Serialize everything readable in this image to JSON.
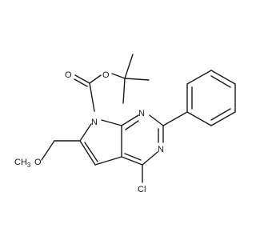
{
  "atoms": {
    "o_ester": "O",
    "o_carbonyl": "O",
    "n_pyrrole": "N",
    "n_ring_top": "N",
    "n_ring_bottom": "N",
    "chlorine": "Cl",
    "o_methoxy": "O",
    "methyl_c": "H",
    "methyl_h_count": "3",
    "methyl_c2": "C"
  },
  "colors": {
    "ink": "#1a1a1a",
    "background": "#ffffff"
  }
}
